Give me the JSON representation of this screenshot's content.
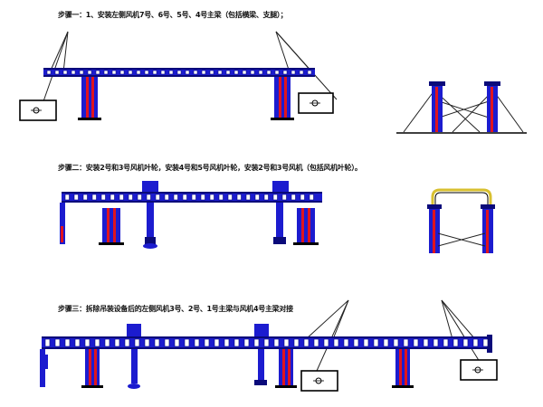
{
  "steps": [
    {
      "label": "步骤一：1、安装左侧风机7号、6号、5号、4号主梁（包括横梁、支腿）；"
    },
    {
      "label": "步骤二：安装2号和3号风机叶轮，安装4号和5号风机叶轮，安装2号和3号风机（包括风机叶轮）。"
    },
    {
      "label": "步骤三：拆除吊装设备后的左侧风机3号、2号、1号主梁与风机4号主梁对接"
    }
  ],
  "colors": {
    "girder": "#1c1ccf",
    "girder_dark": "#0a0a7a",
    "accent_red": "#e0141e",
    "cable": "#222222",
    "beam_yellow": "#d8c030",
    "outline": "#000000",
    "background": "#ffffff"
  },
  "icons": [
    "winch-box-icon",
    "crane-cable-icon",
    "bridge-pier-icon"
  ]
}
